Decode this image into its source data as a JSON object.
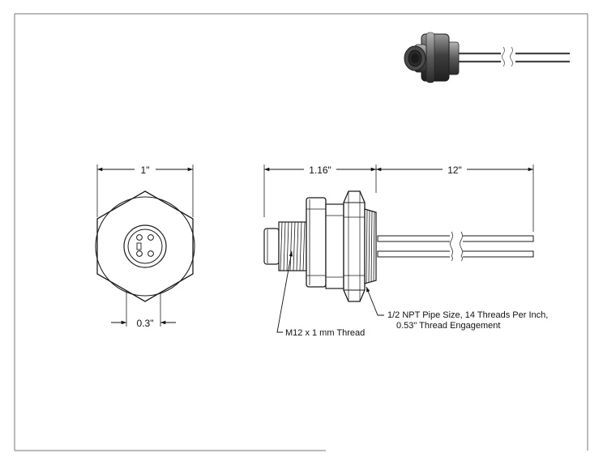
{
  "dimensions": {
    "front_width": "1\"",
    "front_pin_spacing": "0.3\"",
    "side_body_length": "1.16\"",
    "side_lead_length": "12\""
  },
  "callouts": {
    "m12_thread": "M12 x 1 mm Thread",
    "npt_line1": "1/2 NPT Pipe Size, 14 Threads Per Inch,",
    "npt_line2": "0.53\" Thread Engagement"
  },
  "colors": {
    "line": "#1a1a1a",
    "body_fill": "#ffffff",
    "render_dark": "#3a3a3a",
    "render_mid": "#6e6e6e"
  }
}
